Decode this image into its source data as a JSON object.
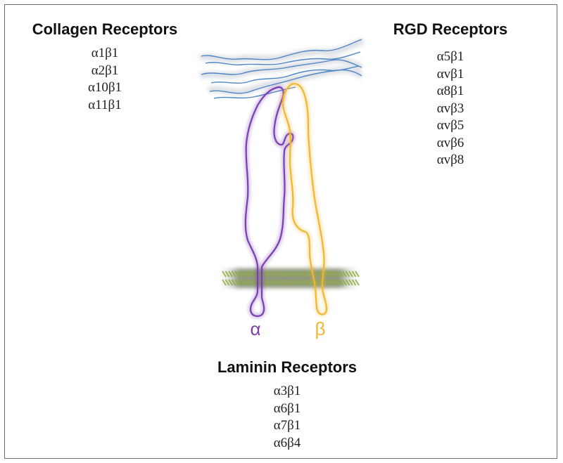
{
  "groups": {
    "collagen": {
      "title": "Collagen Receptors",
      "items": [
        "α1β1",
        "α2β1",
        "α10β1",
        "α11β1"
      ]
    },
    "rgd": {
      "title": "RGD Receptors",
      "items": [
        "α5β1",
        "αvβ1",
        "α8β1",
        "αvβ3",
        "αvβ5",
        "αvβ6",
        "αvβ8"
      ]
    },
    "laminin": {
      "title": "Laminin Receptors",
      "items": [
        "α3β1",
        "α6β1",
        "α7β1",
        "α6β4"
      ]
    }
  },
  "diagram": {
    "alpha_label": "α",
    "beta_label": "β",
    "colors": {
      "alpha": "#7a3fb0",
      "beta": "#f2b630",
      "collagen_fiber": "#4f86c6",
      "membrane": "#8fae3f"
    }
  }
}
